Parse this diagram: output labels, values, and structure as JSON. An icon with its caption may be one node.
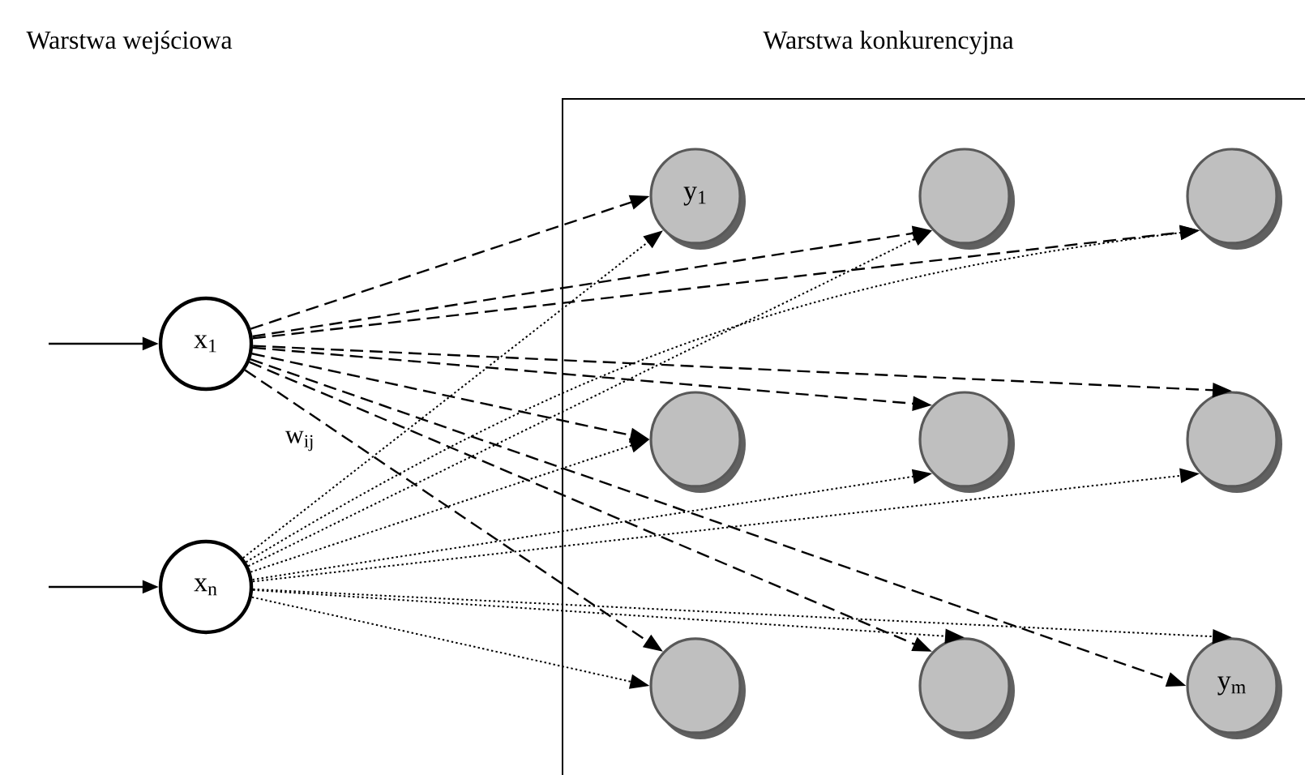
{
  "diagram": {
    "nodes": [
      {
        "text": [
          "x$_{1}$"
        ]
      },
      {
        "text": [
          "x$_{n}$"
        ]
      },
      {
        "text": [
          "Warstwa konkurencyjna"
        ]
      },
      {
        "text": [
          "y$_{1}$"
        ],
        "in": 2
      },
      {
        "text": [],
        "shape": "circle",
        "in": 2
      },
      {
        "text": [],
        "shape": "circle",
        "in": 2
      },
      {
        "text": [],
        "shape": "circle",
        "in": 2
      },
      {
        "text": [],
        "shape": "circle",
        "in": 2
      },
      {
        "text": [],
        "shape": "circle",
        "in": 2
      },
      {
        "text": [],
        "shape": "circle",
        "in": 2
      },
      {
        "text": [],
        "shape": "circle",
        "in": 2
      },
      {
        "text": [
          "y$_{m}$"
        ],
        "in": 2
      }
    ],
    "edges": [
      {
        "from": null,
        "to": 0,
        "arrow": "to"
      },
      {
        "from": null,
        "to": 1,
        "arrow": "to"
      },
      {
        "from": 0,
        "to": 3,
        "arrow": "to",
        "style": "dashed"
      },
      {
        "from": 0,
        "to": 4,
        "arrow": "to",
        "style": "dashed"
      },
      {
        "from": 0,
        "to": 5,
        "arrow": "to",
        "style": "dashed"
      },
      {
        "from": 0,
        "to": 6,
        "arrow": "to",
        "style": "dashed"
      },
      {
        "from": 0,
        "to": 7,
        "arrow": "to",
        "style": "dashed"
      },
      {
        "from": 0,
        "to": 8,
        "arrow": "to",
        "style": "dashed"
      },
      {
        "from": 0,
        "to": 9,
        "arrow": "to",
        "style": "dashed"
      },
      {
        "from": 0,
        "to": 10,
        "arrow": "to",
        "style": "dashed"
      },
      {
        "from": 0,
        "to": 11,
        "arrow": "to",
        "style": "dashed"
      },
      {
        "from": 1,
        "to": 3,
        "arrow": "to",
        "style": "dashed"
      },
      {
        "from": 1,
        "to": 4,
        "arrow": "to",
        "style": "dashed"
      },
      {
        "from": 1,
        "to": 5,
        "arrow": "to",
        "style": "dashed"
      },
      {
        "from": 1,
        "to": 6,
        "arrow": "to",
        "style": "dashed"
      },
      {
        "from": 1,
        "to": 7,
        "arrow": "to",
        "style": "dashed"
      },
      {
        "from": 1,
        "to": 8,
        "arrow": "to",
        "style": "dashed"
      },
      {
        "from": 1,
        "to": 9,
        "arrow": "to",
        "style": "dashed"
      },
      {
        "from": 1,
        "to": 10,
        "arrow": "to",
        "style": "dashed"
      },
      {
        "from": 1,
        "to": 11,
        "arrow": "to",
        "style": "dashed"
      }
    ],
    "labels": [
      "Warstwa wejściowa",
      "w$_{ij}$"
    ]
  }
}
